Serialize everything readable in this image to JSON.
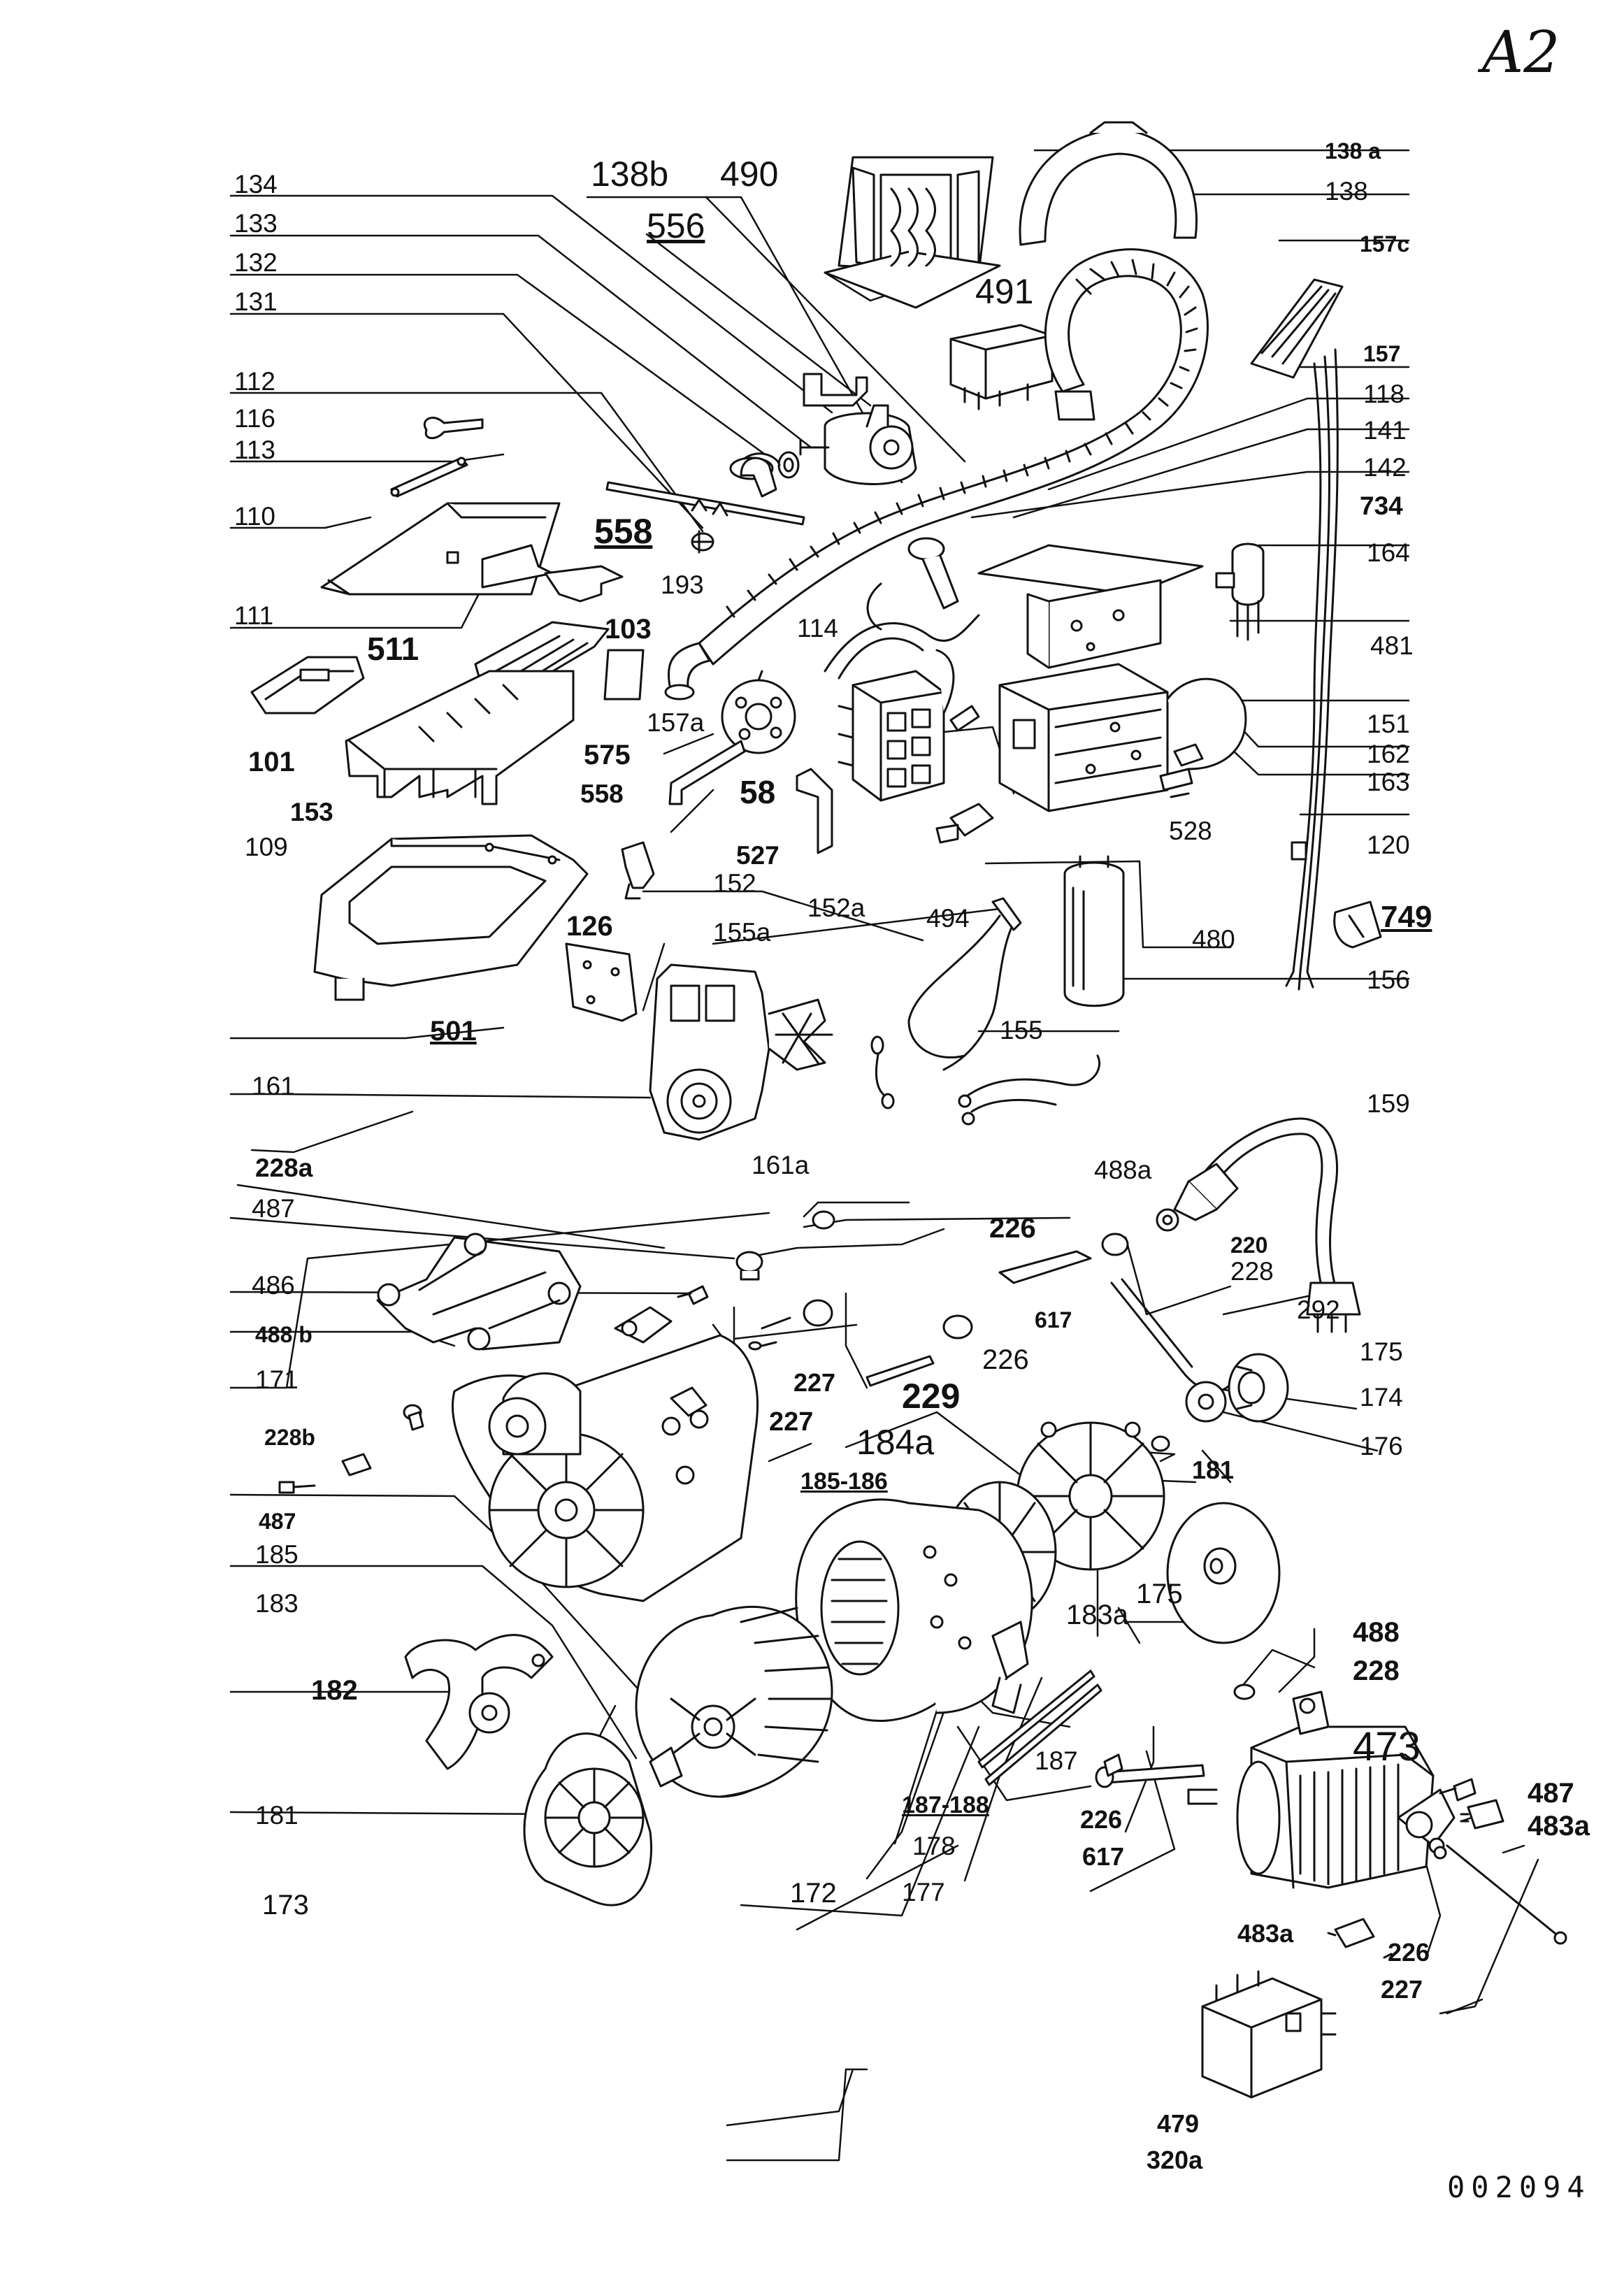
{
  "sheet": {
    "tag": "A2",
    "drawing_number": "002094"
  },
  "callouts": {
    "134": "134",
    "133": "133",
    "132": "132",
    "131": "131",
    "112": "112",
    "116": "116",
    "113": "113",
    "110": "110",
    "111": "111",
    "138b": "138b",
    "490": "490",
    "556": "556",
    "491": "491",
    "138a": "138 a",
    "138": "138",
    "157c": "157c",
    "157": "157",
    "118": "118",
    "141": "141",
    "142": "142",
    "734": "734",
    "164": "164",
    "558": "558",
    "193": "193",
    "103": "103",
    "511": "511",
    "114": "114",
    "481": "481",
    "157a": "157a",
    "575": "575",
    "101": "101",
    "558b": "558",
    "153": "153",
    "58": "58",
    "151": "151",
    "162": "162",
    "163": "163",
    "527": "527",
    "528": "528",
    "109": "109",
    "152": "152",
    "120": "120",
    "152a": "152a",
    "749": "749",
    "126": "126",
    "494": "494",
    "155a": "155a",
    "480": "480",
    "156": "156",
    "501": "501",
    "155": "155",
    "161": "161",
    "159": "159",
    "161a": "161a",
    "228a": "228a",
    "488a": "488a",
    "487a": "487",
    "226a": "226",
    "220": "220",
    "228c": "228",
    "486": "486",
    "292": "292",
    "617a": "617",
    "488b": "488 b",
    "175a": "175",
    "226b": "226",
    "171": "171",
    "227a": "227",
    "174": "174",
    "229": "229",
    "227b": "227",
    "176": "176",
    "228b": "228b",
    "184a": "184a",
    "181a": "181",
    "185186": "185-186",
    "487b": "487",
    "185": "185",
    "175b": "175",
    "183a": "183a",
    "183": "183",
    "488c": "488",
    "228d": "228",
    "182": "182",
    "473": "473",
    "187": "187",
    "487c": "487",
    "226c": "226",
    "483a1": "483a",
    "617b": "617",
    "181b": "181",
    "18718": "187-188",
    "178": "178",
    "483a2": "483a",
    "226d": "226",
    "173": "173",
    "172": "172",
    "177": "177",
    "227c": "227",
    "479": "479",
    "320a": "320a"
  }
}
